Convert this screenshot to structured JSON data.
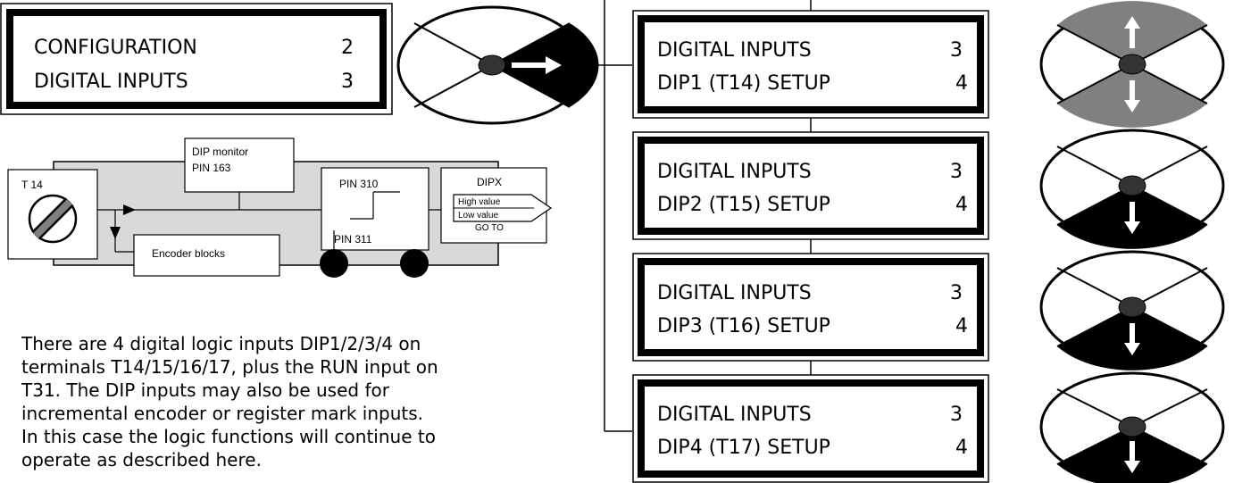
{
  "left_menu": {
    "line1_label": "CONFIGURATION",
    "line1_num": "2",
    "line2_label": "DIGITAL INPUTS",
    "line2_num": "3"
  },
  "block_diagram": {
    "terminal_label": "T 14",
    "monitor_line1": "DIP monitor",
    "monitor_line2": "PIN 163",
    "encoder_label": "Encoder blocks",
    "pin_top": "PIN 310",
    "pin_bottom": "PIN 311",
    "dipx_title": "DIPX",
    "dipx_high": "High value",
    "dipx_low": "Low value",
    "dipx_goto": "GO TO"
  },
  "menus": [
    {
      "label1": "DIGITAL INPUTS",
      "num1": "3",
      "label2": "DIP1 (T14) SETUP",
      "num2": "4"
    },
    {
      "label1": "DIGITAL INPUTS",
      "num1": "3",
      "label2": "DIP2 (T15) SETUP",
      "num2": "4"
    },
    {
      "label1": "DIGITAL INPUTS",
      "num1": "3",
      "label2": "DIP3 (T16) SETUP",
      "num2": "4"
    },
    {
      "label1": "DIGITAL INPUTS",
      "num1": "3",
      "label2": "DIP4 (T17) SETUP",
      "num2": "4"
    }
  ],
  "description": "There are 4 digital logic inputs DIP1/2/3/4 on terminals T14/15/16/17, plus the RUN input on T31. The DIP inputs may also be used for incremental encoder or register mark inputs. In this case the logic functions will continue to operate as described here.",
  "keypads": [
    {
      "role": "right-key-pressed",
      "icon": "arrow-right-icon"
    },
    {
      "role": "up-down-keys",
      "icon": "arrow-up-down-icon"
    },
    {
      "role": "down-key",
      "icon": "arrow-down-icon"
    },
    {
      "role": "down-key",
      "icon": "arrow-down-icon"
    },
    {
      "role": "down-key",
      "icon": "arrow-down-icon"
    }
  ],
  "colors": {
    "highlight_dark": "#000000",
    "highlight_grey": "#808080",
    "panel_grey": "#d9d9d9"
  }
}
